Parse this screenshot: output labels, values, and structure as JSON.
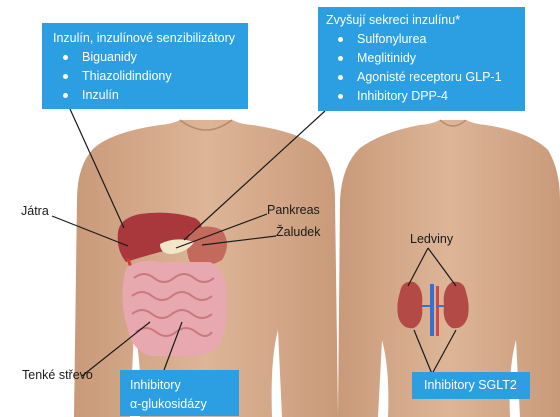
{
  "boxes": {
    "insulin": {
      "title": "Inzulín, inzulínové senzibilizátory",
      "items": [
        "Biguanidy",
        "Thiazolidindiony",
        "Inzulín"
      ]
    },
    "secretion": {
      "title": "Zvyšují sekreci inzulínu*",
      "items": [
        "Sulfonylurea",
        "Meglitinidy",
        "Agonisté receptoru GLP-1",
        "Inhibitory DPP-4"
      ]
    },
    "glucosidase": {
      "line1": "Inhibitory",
      "line2": "α-glukosidázy"
    },
    "sglt2": {
      "label": "Inhibitory SGLT2"
    }
  },
  "organs": {
    "liver": "Játra",
    "pancreas": "Pankreas",
    "stomach": "Žaludek",
    "kidneys": "Ledviny",
    "small_intestine": "Tenké střevo"
  },
  "colors": {
    "box_blue": "#2b9fe2",
    "skin": "#d4a98a",
    "liver": "#a8383c",
    "intestine": "#e8a8b0",
    "kidney": "#b34a45"
  }
}
